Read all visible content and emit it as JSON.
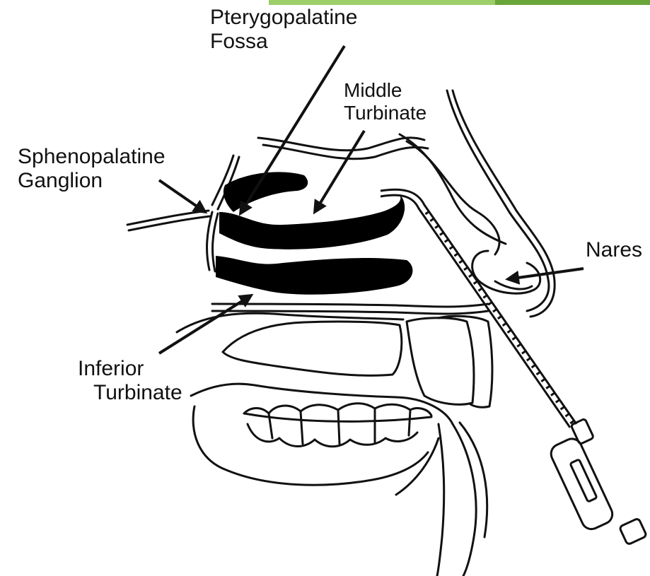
{
  "labels": {
    "pterygopalatine_fossa": [
      "Pterygopalatine",
      "Fossa"
    ],
    "middle_turbinate": [
      "Middle",
      "Turbinate"
    ],
    "sphenopalatine_ganglion": [
      "Sphenopalatine",
      "Ganglion"
    ],
    "nares": "Nares",
    "inferior_turbinate": [
      "Inferior",
      "Turbinate"
    ]
  },
  "colors": {
    "ink": "#111111",
    "background": "#ffffff",
    "accent_bar_light": "#9ccf6a",
    "accent_bar_dark": "#6aa53a"
  }
}
